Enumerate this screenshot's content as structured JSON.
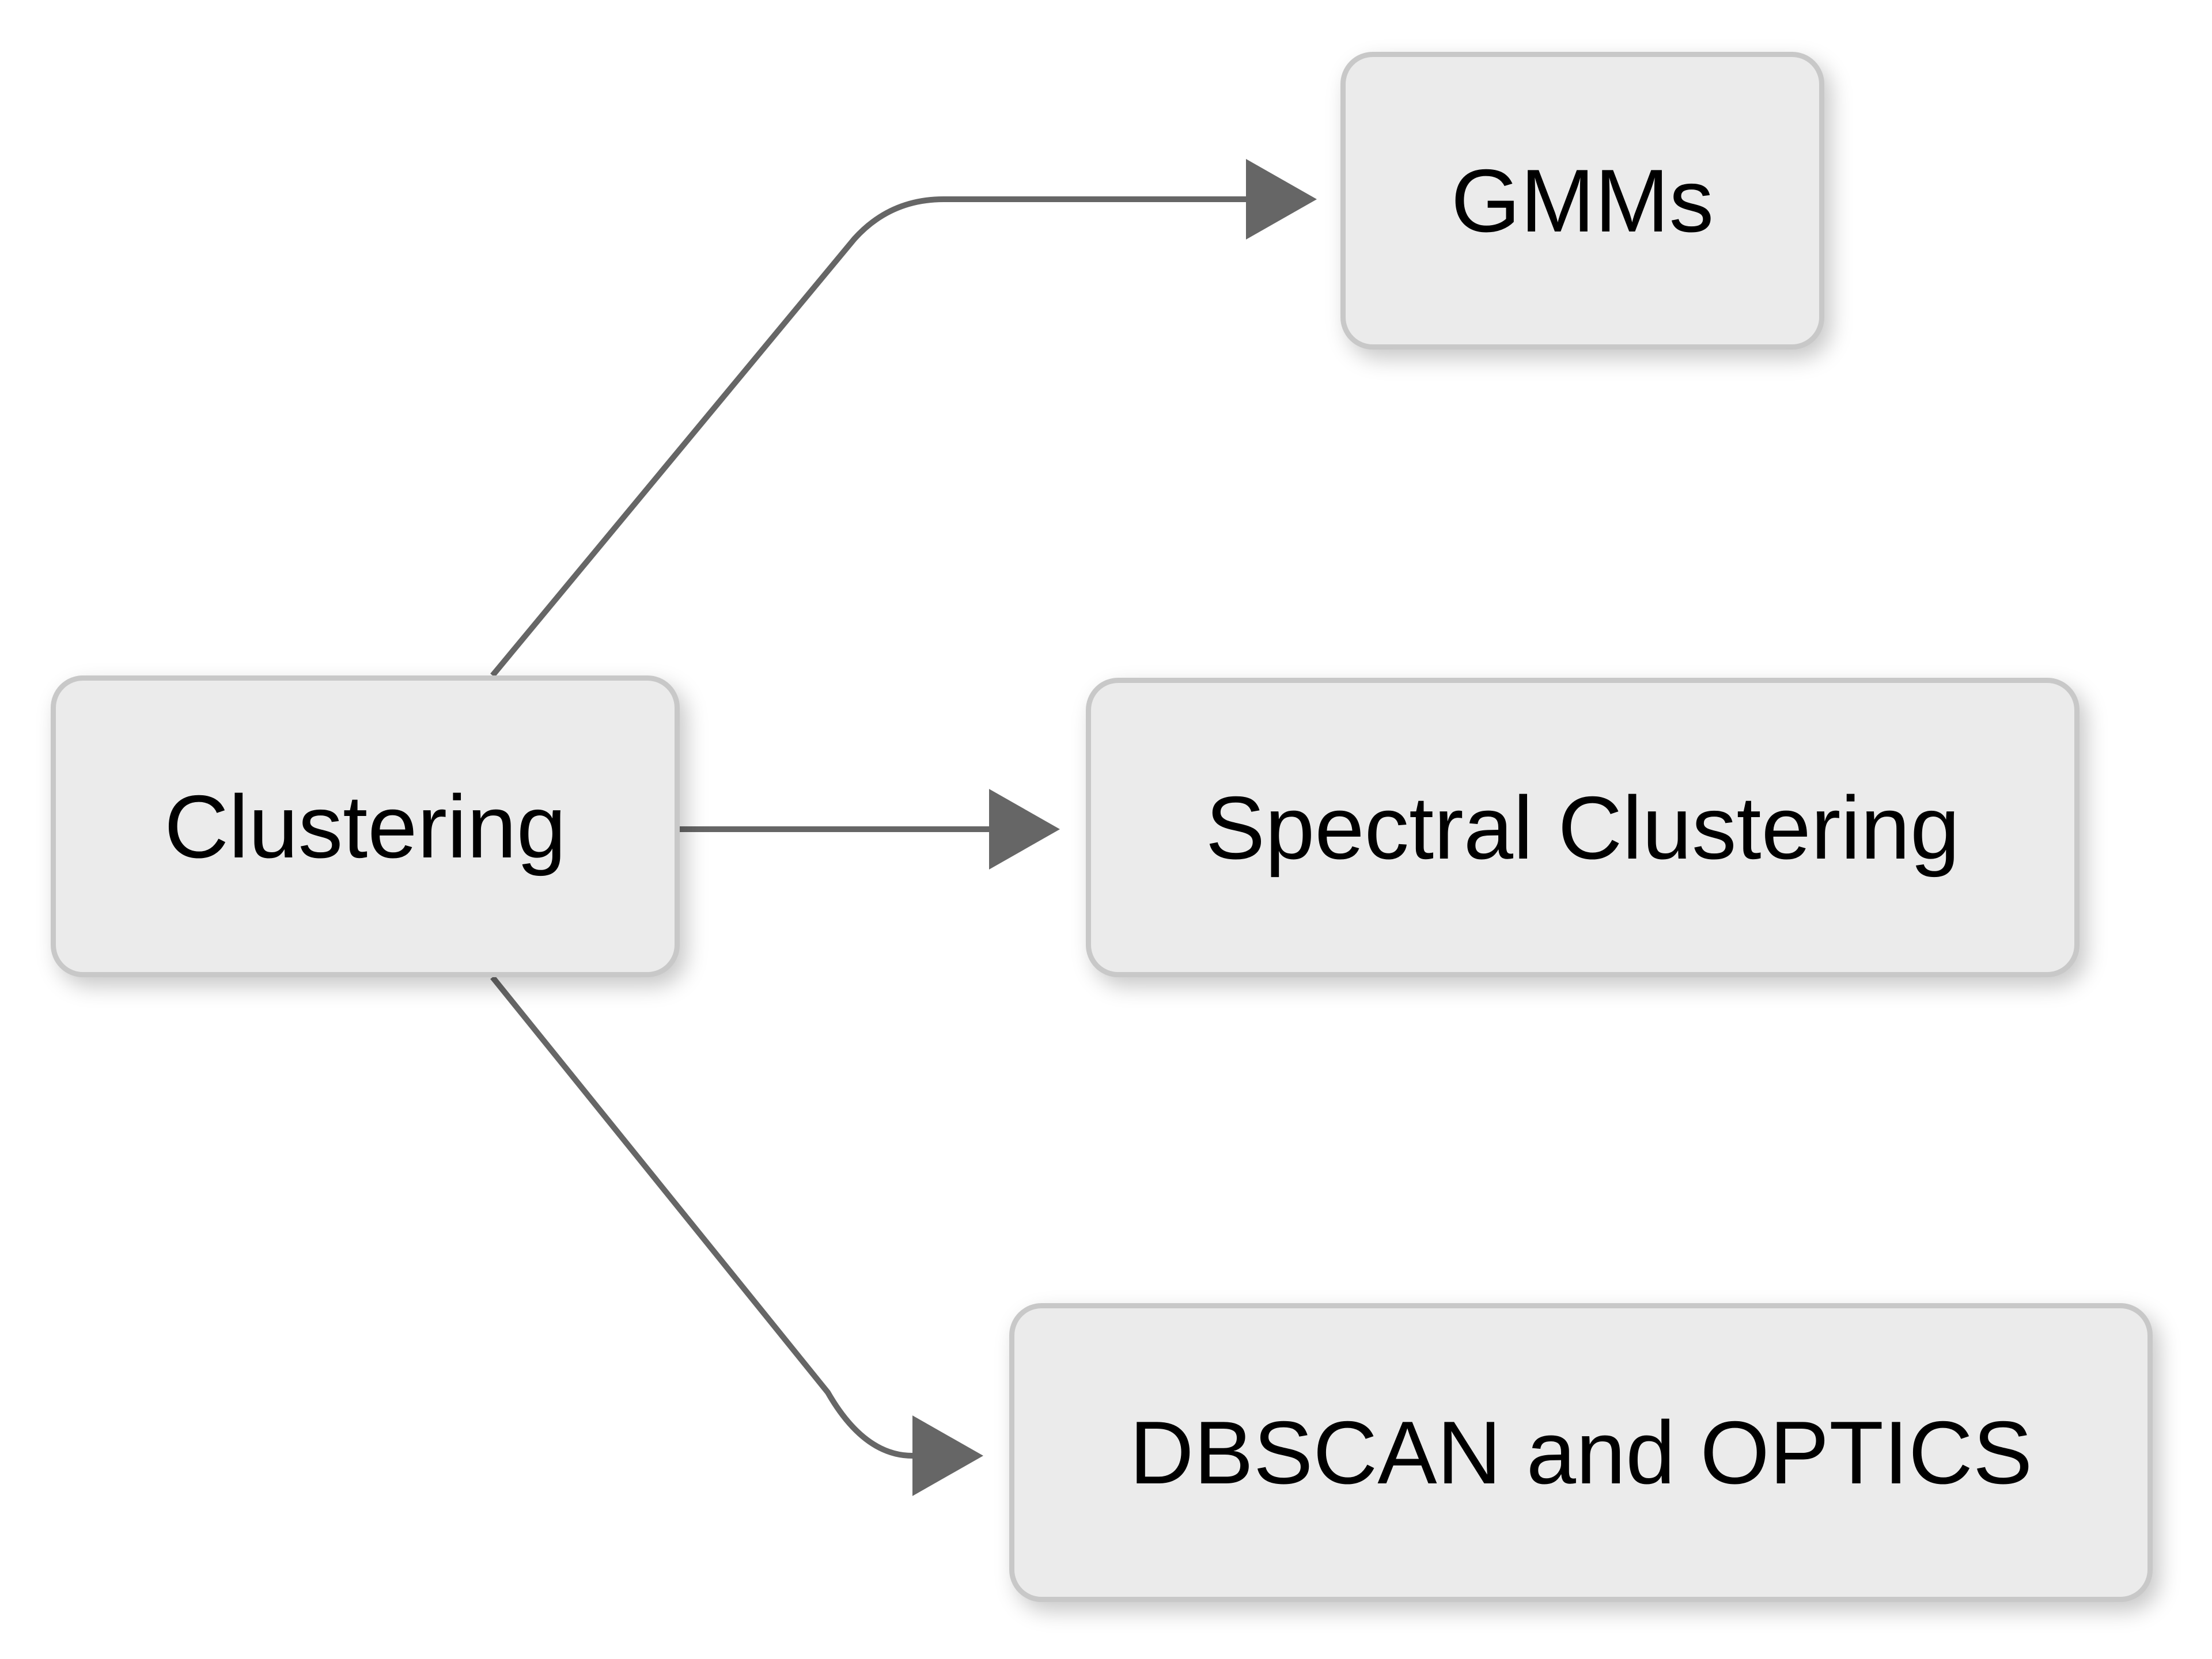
{
  "diagram": {
    "type": "flowchart",
    "direction": "left-to-right",
    "nodes": [
      {
        "id": "clustering",
        "label": "Clustering",
        "role": "root"
      },
      {
        "id": "gmms",
        "label": "GMMs",
        "role": "leaf"
      },
      {
        "id": "spectral",
        "label": "Spectral Clustering",
        "role": "leaf"
      },
      {
        "id": "dbscan",
        "label": "DBSCAN and OPTICS",
        "role": "leaf"
      }
    ],
    "edges": [
      {
        "from": "Clustering",
        "to": "GMMs",
        "style": "arrow"
      },
      {
        "from": "Clustering",
        "to": "Spectral Clustering",
        "style": "arrow"
      },
      {
        "from": "Clustering",
        "to": "DBSCAN and OPTICS",
        "style": "arrow"
      }
    ],
    "colors": {
      "background": "#ffffff",
      "node_fill": "#ebebeb",
      "node_border": "#c8c8c8",
      "text": "#000000",
      "arrow": "#666666"
    }
  }
}
